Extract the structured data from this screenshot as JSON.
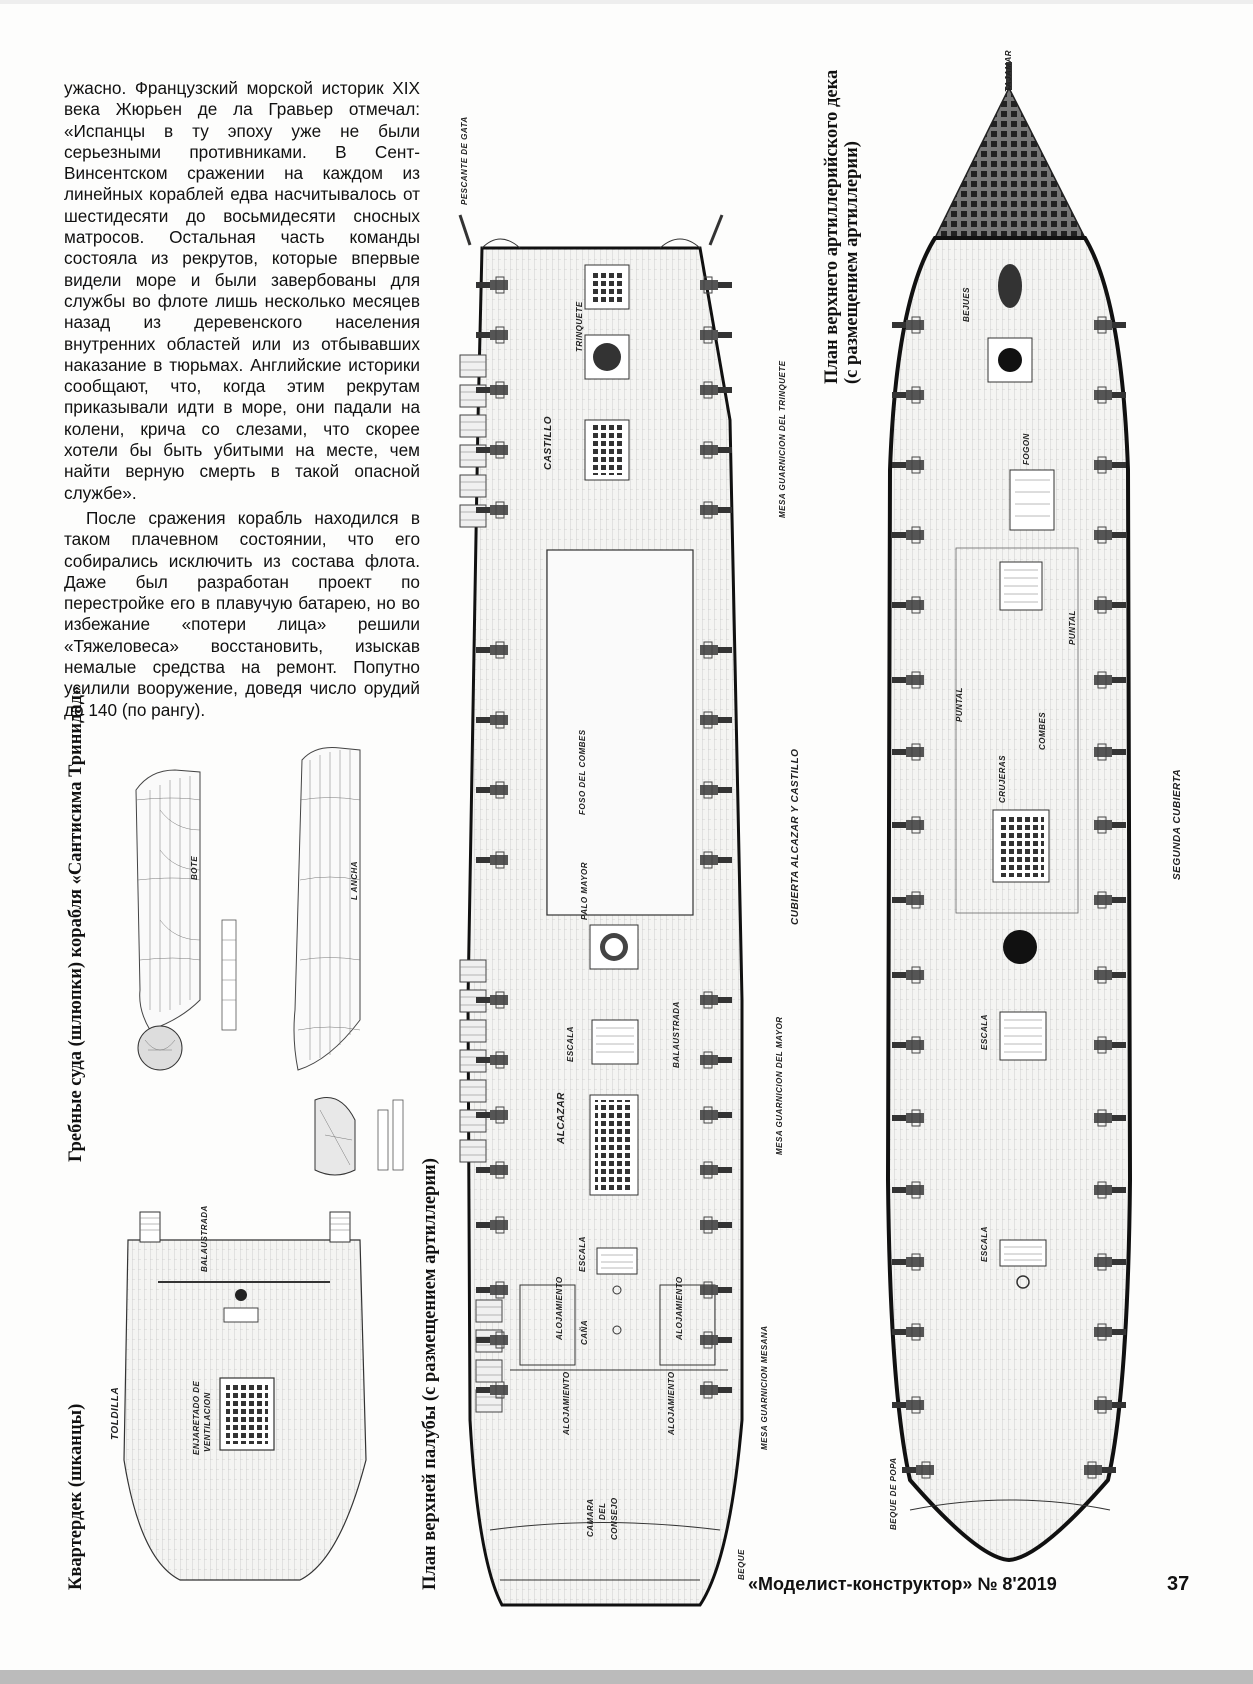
{
  "article": {
    "paragraphs": [
      "ужасно. Французский морской историк XIX века Жюрьен де ла Гравьер отмечал: «Испанцы в ту эпоху уже не были серьезными противниками. В Сент-Винсентском сражении на каждом из линейных кораблей едва насчитывалось от шестидесяти до восьмидесяти сносных матросов. Остальная часть команды состояла из рекрутов, которые впервые видели море и были завербованы для службы во флоте лишь несколько месяцев назад из деревенского населения внутренних областей или из отбывавших наказание в тюрьмах. Английские историки сообщают, что, когда этим рекрутам приказывали идти в море, они падали на колени, крича со слезами, что скорее хотели бы быть убитыми на месте, чем найти верную смерть в такой опасной службе».",
      "После сражения корабль находился в таком плачевном состоянии, что его собирались исключить из состава флота. Даже был разработан проект по перестройке его в плавучую батарею, но во избежание «потери лица» решили «Тяжеловеса» восстановить, изыскав немалые средства на ремонт. Попутно усилили вооружение, доведя число орудий до 140 (по рангу)."
    ]
  },
  "captions": {
    "boats": "Гребные суда (шлюпки) корабля «Сантисима Тринидад»",
    "quarterdeck": "Квартердек (шканцы)",
    "upper_deck": "План верхней палубы (с размещением артиллерии)",
    "gun_deck_line1": "План верхнего артиллерийского дека",
    "gun_deck_line2": "(с размещением артиллерии)"
  },
  "labels": {
    "bote": "BOTE",
    "lancha": "L ANCHA",
    "toldilla": "TOLDILLA",
    "balaustrada": "BALAUSTRADA",
    "enjaretado": "ENJARETADO DE",
    "ventilacion": "VENTILACION",
    "pescante": "PESCANTE DE GATA",
    "trinquete": "TRINQUETE",
    "castillo": "CASTILLO",
    "mesa_trinquete": "MESA GUARNICION DEL TRINQUETE",
    "foso": "FOSO DEL COMBES",
    "palo_mayor": "PALO MAYOR",
    "cubierta": "CUBIERTA  ALCAZAR  Y  CASTILLO",
    "escala": "ESCALA",
    "balaustrada2": "BALAUSTRADA",
    "alcazar": "ALCAZAR",
    "mesa_mayor": "MESA GUARNICION DEL MAYOR",
    "alojamiento": "ALOJAMIENTO",
    "cana": "CAÑA",
    "mesa_mesana": "MESA GUARNICION MESANA",
    "camara": "CAMARA",
    "del": "DEL",
    "consejo": "CONSEJO",
    "beque": "BEQUE",
    "tajamar": "TAJAMAR",
    "bejues": "BEJUES",
    "fogon": "FOGON",
    "puntal": "PUNTAL",
    "combes": "COMBES",
    "crujeras": "CRUJERAS",
    "segunda": "SEGUNDA CUBIERTA",
    "beque_popa": "BEQUE DE POPA"
  },
  "footer": {
    "title": "«Моделист-конструктор» № 8'2019",
    "page_number": "37"
  }
}
